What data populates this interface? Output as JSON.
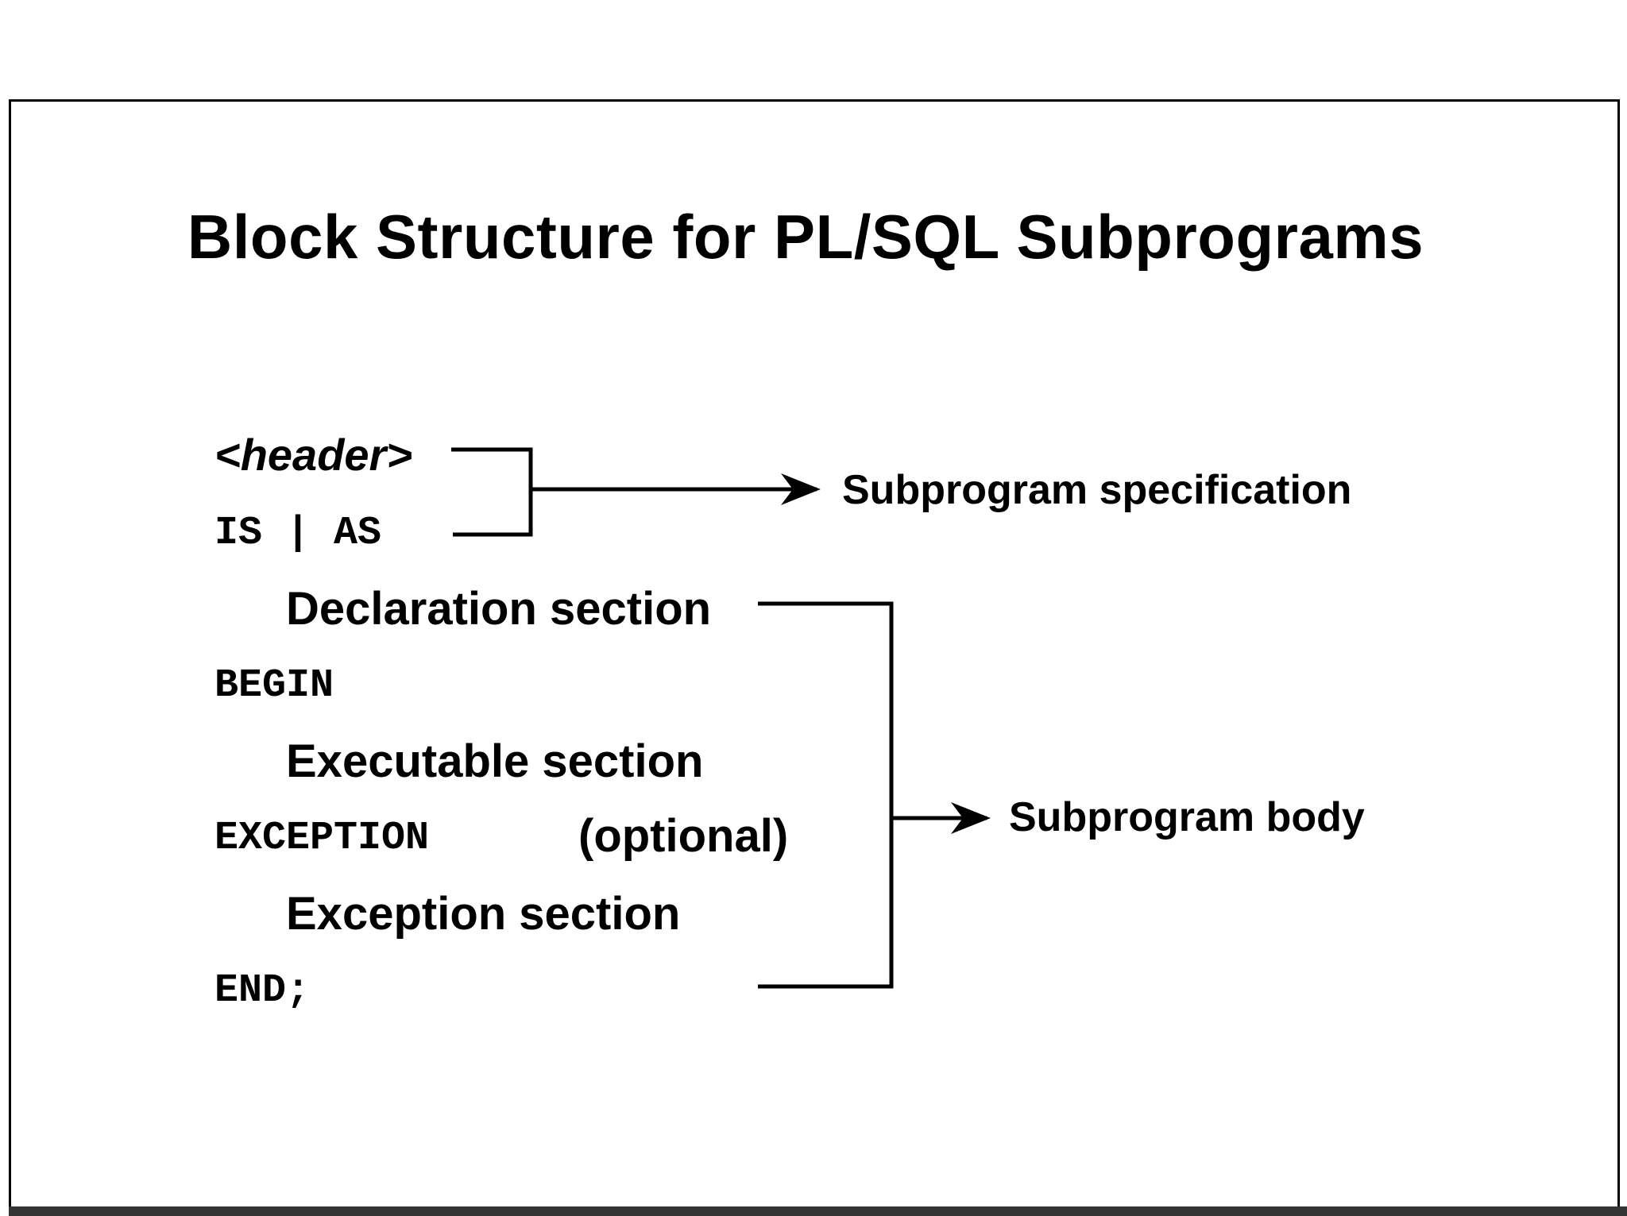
{
  "title": "Block Structure for PL/SQL Subprograms",
  "code": {
    "header": "<header>",
    "is_as": "IS | AS",
    "begin": "BEGIN",
    "exception_keyword": "EXCEPTION",
    "end": "END;"
  },
  "sections": {
    "declaration": "Declaration section",
    "executable": "Executable section",
    "optional_note": "(optional)",
    "exception": "Exception section"
  },
  "callouts": {
    "specification": "Subprogram specification",
    "body": "Subprogram body"
  },
  "colors": {
    "text": "#000000",
    "background": "#ffffff",
    "bottom_bar": "#333333"
  }
}
